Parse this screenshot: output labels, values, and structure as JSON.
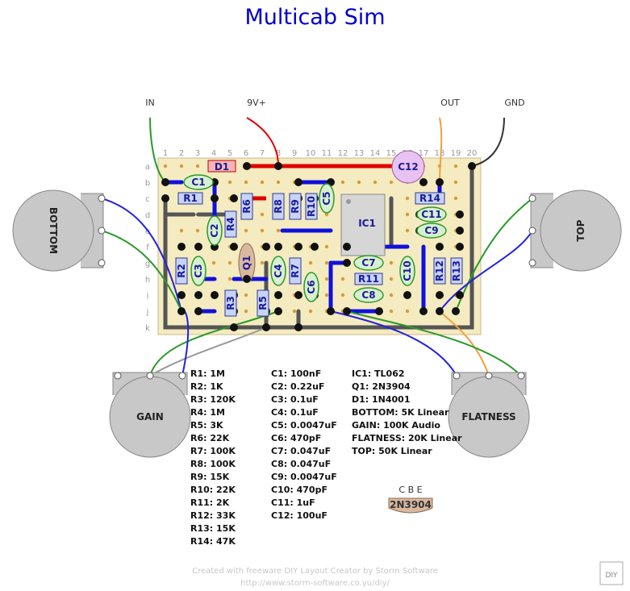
{
  "title": "Multicab Sim",
  "labels": {
    "in": "IN",
    "v9": "9V+",
    "out": "OUT",
    "gnd": "GND"
  },
  "columns": [
    "1",
    "2",
    "3",
    "4",
    "5",
    "6",
    "7",
    "8",
    "9",
    "10",
    "11",
    "12",
    "13",
    "14",
    "15",
    "16",
    "17",
    "18",
    "19",
    "20"
  ],
  "rows": [
    "a",
    "b",
    "c",
    "d",
    "e",
    "f",
    "g",
    "h",
    "i",
    "j",
    "k"
  ],
  "components": {
    "d1": "D1",
    "c1": "C1",
    "r1": "R1",
    "c2": "C2",
    "r4": "R4",
    "r6": "R6",
    "r8": "R8",
    "r9": "R9",
    "r10": "R10",
    "c5": "C5",
    "ic1": "IC1",
    "c12": "C12",
    "r14": "R14",
    "c11": "C11",
    "c9": "C9",
    "r2": "R2",
    "c3": "C3",
    "q1": "Q1",
    "c4": "C4",
    "r7": "R7",
    "c6": "C6",
    "c7": "C7",
    "r11": "R11",
    "c8": "C8",
    "c10": "C10",
    "r12": "R12",
    "r13": "R13",
    "r3": "R3",
    "r5": "R5"
  },
  "pots": {
    "bottom": "BOTTOM",
    "top": "TOP",
    "gain": "GAIN",
    "flatness": "FLATNESS"
  },
  "bom_resistors": [
    "R1: 1M",
    "R2: 1K",
    "R3: 120K",
    "R4: 1M",
    "R5: 3K",
    "R6: 22K",
    "R7: 100K",
    "R8: 100K",
    "R9: 15K",
    "R10: 22K",
    "R11: 2K",
    "R12: 33K",
    "R13: 15K",
    "R14: 47K"
  ],
  "bom_caps": [
    "C1: 100nF",
    "C2: 0.22uF",
    "C3: 0.1uF",
    "C4: 0.1uF",
    "C5: 0.0047uF",
    "C6: 470pF",
    "C7: 0.047uF",
    "C8: 0.047uF",
    "C9: 0.0047uF",
    "C10: 470pF",
    "C11: 1uF",
    "C12: 100uF"
  ],
  "bom_other": [
    "IC1: TL062",
    "Q1: 2N3904",
    "D1: 1N4001",
    "BOTTOM: 5K Linear",
    "GAIN: 100K Audio",
    "FLATNESS: 20K Linear",
    "TOP: 50K Linear"
  ],
  "transistor": {
    "pins": "C B E",
    "name": "2N3904"
  },
  "footer": {
    "line1": "Created with freeware DIY Layout Creator by Storm Software",
    "line2": "http://www.storm-software.co.yu/diy/"
  },
  "logo_text": "DIY"
}
